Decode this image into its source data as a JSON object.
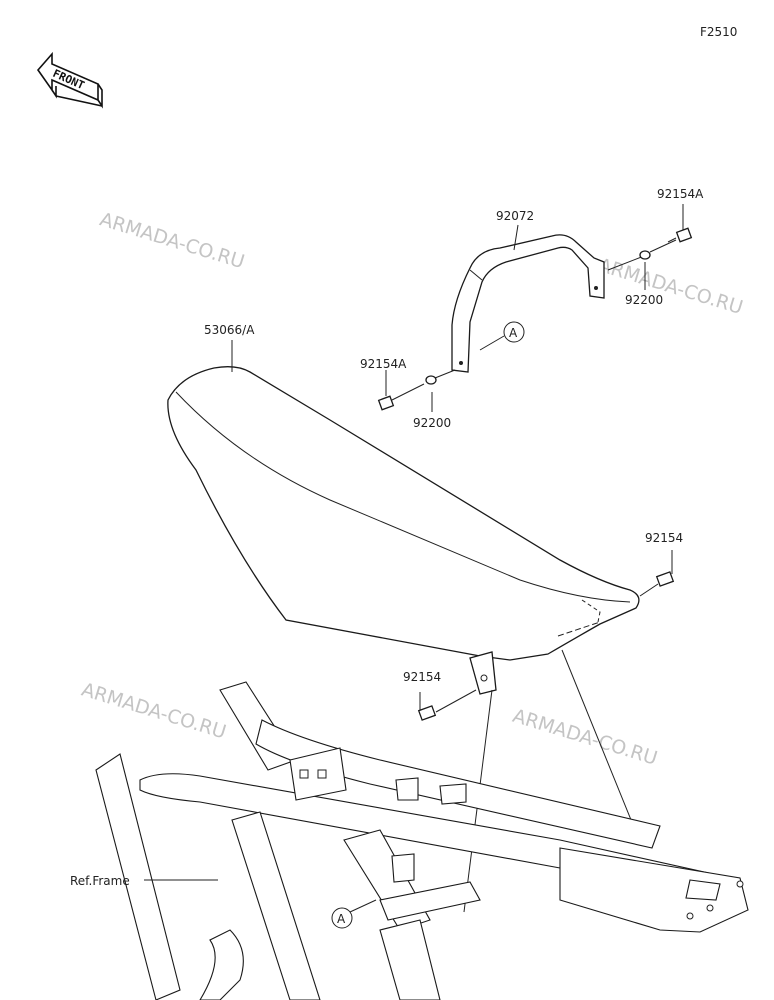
{
  "diagram": {
    "figure_code": "F2510",
    "front_label": "FRONT",
    "watermarks": [
      "ARMADA-CO.RU",
      "ARMADA-CO.RU",
      "ARMADA-CO.RU",
      "ARMADA-CO.RU",
      "ARMADA-CO.RU"
    ],
    "parts": {
      "grab_bar": "92072",
      "bolt_top_right": "92154A",
      "washer_right": "92200",
      "seat": "53066/A",
      "bolt_left": "92154A",
      "washer_left": "92200",
      "bolt_rear": "92154",
      "bolt_lower": "92154",
      "frame_ref": "Ref.Frame"
    },
    "ref_marks": [
      "A",
      "A"
    ]
  }
}
